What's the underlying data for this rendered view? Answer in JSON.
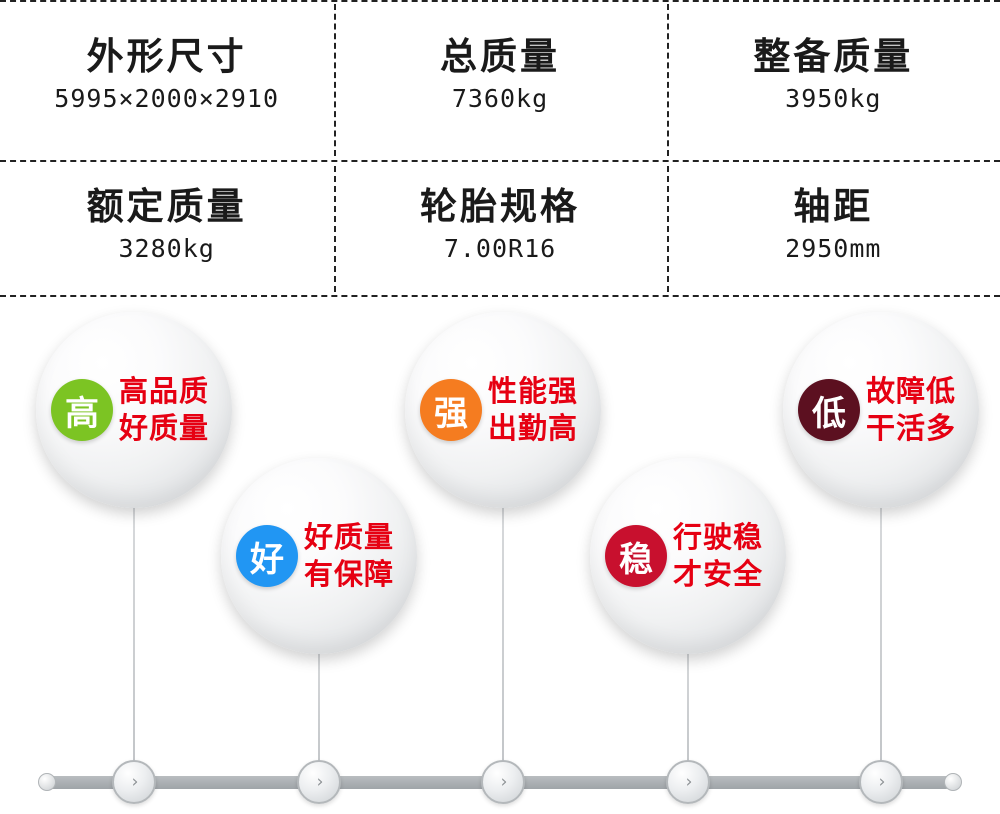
{
  "spec_table": {
    "rows": [
      [
        {
          "label": "外形尺寸",
          "value": "5995×2000×2910"
        },
        {
          "label": "总质量",
          "value": "7360kg"
        },
        {
          "label": "整备质量",
          "value": "3950kg"
        }
      ],
      [
        {
          "label": "额定质量",
          "value": "3280kg"
        },
        {
          "label": "轮胎规格",
          "value": "7.00R16"
        },
        {
          "label": "轴距",
          "value": "2950mm"
        }
      ]
    ]
  },
  "balloons": [
    {
      "badge": "高",
      "badge_color": "#7cc423",
      "line1": "高品质",
      "line2": "好质量"
    },
    {
      "badge": "好",
      "badge_color": "#2196f3",
      "line1": "好质量",
      "line2": "有保障"
    },
    {
      "badge": "强",
      "badge_color": "#f57c20",
      "line1": "性能强",
      "line2": "出勤高"
    },
    {
      "badge": "稳",
      "badge_color": "#c8102e",
      "line1": "行驶稳",
      "line2": "才安全"
    },
    {
      "badge": "低",
      "badge_color": "#5c1020",
      "line1": "故障低",
      "line2": "干活多"
    }
  ],
  "timeline": {
    "node_icon": "›",
    "nodes": [
      "node-1",
      "node-2",
      "node-3",
      "node-4",
      "node-5"
    ]
  },
  "colors": {
    "text_red": "#e60012",
    "text_dark": "#1a1a1a",
    "rail": "#a9aeb2"
  }
}
